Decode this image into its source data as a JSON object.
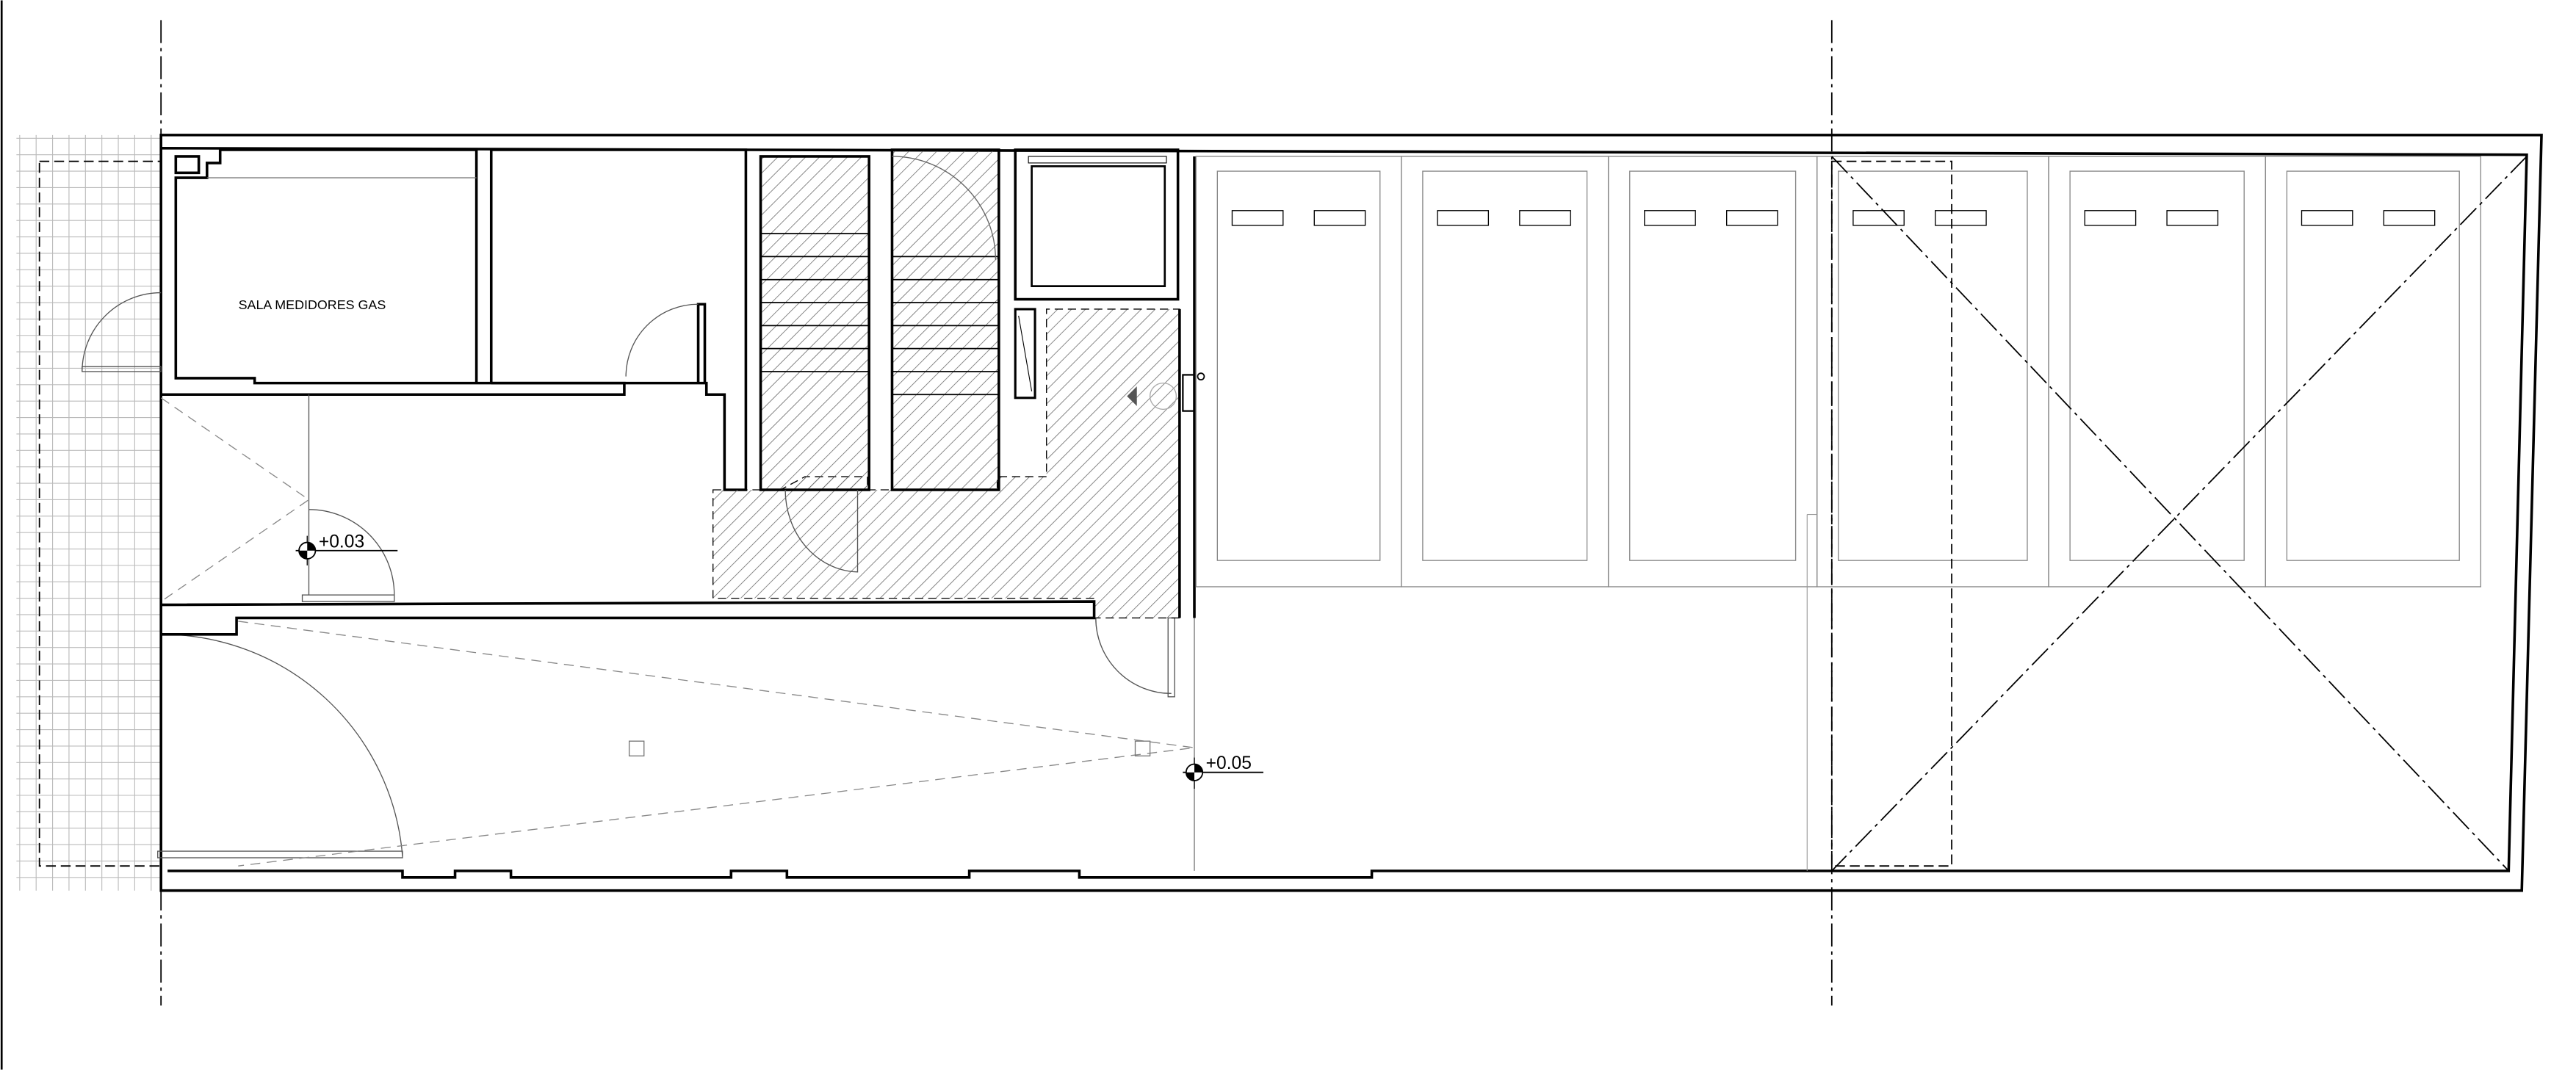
{
  "plan": {
    "room_labels": {
      "gas_meter_room": "SALA MEDIDORES GAS"
    },
    "levels": {
      "entrance": "+0.03",
      "garage": "+0.05"
    },
    "parking_spaces_count": 6
  },
  "colors": {
    "line": "#000000",
    "thin_line": "#808080",
    "hatch": "#555555",
    "background": "#ffffff"
  }
}
